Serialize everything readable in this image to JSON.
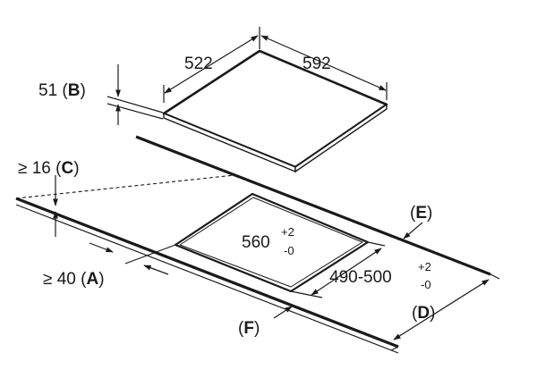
{
  "hob": {
    "depth": "522",
    "width": "592",
    "height_value": "51",
    "height_letter": "B"
  },
  "clearance_c": {
    "prefix": "≥ 16",
    "letter": "C"
  },
  "clearance_a": {
    "prefix": "≥ 40",
    "letter": "A"
  },
  "cutout_width": {
    "value": "560",
    "tol_plus": "+2",
    "tol_minus": "-0"
  },
  "cutout_depth": {
    "value": "490-500",
    "tol_plus": "+2",
    "tol_minus": "-0"
  },
  "labels": {
    "e": "E",
    "f": "F",
    "d": "D"
  }
}
